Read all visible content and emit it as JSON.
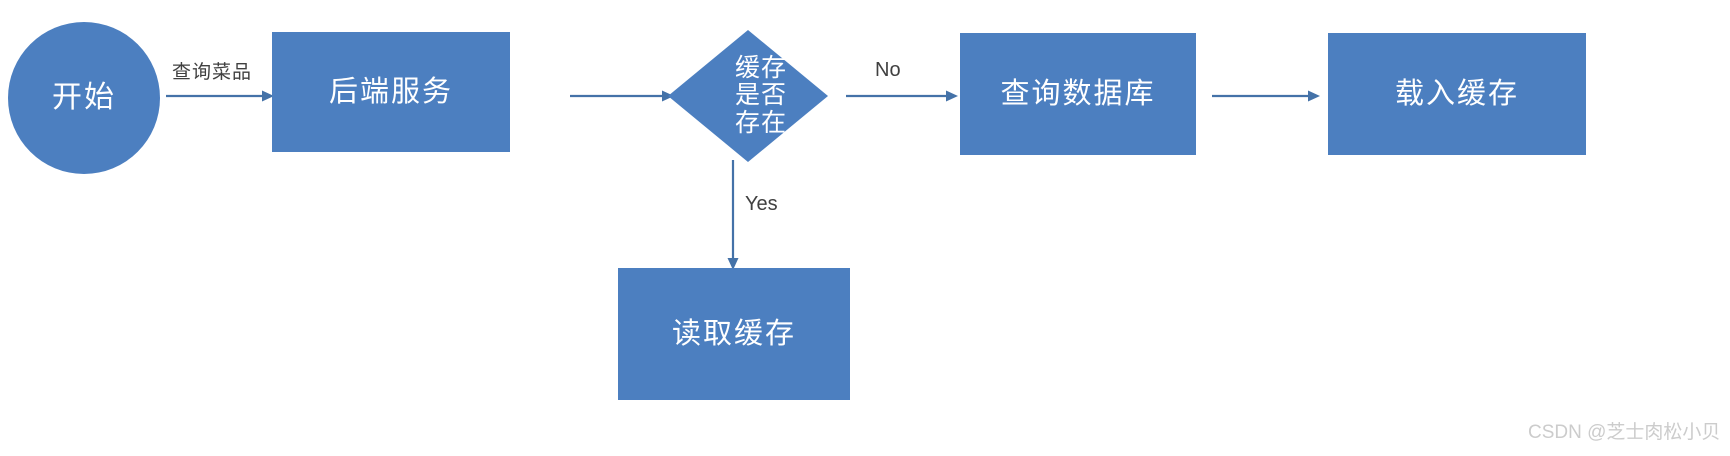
{
  "diagram": {
    "type": "flowchart",
    "title_text": "",
    "colors": {
      "node_fill": "#4c7fc0",
      "node_text": "#ffffff",
      "connector": "#4472a8",
      "edge_label_text": "#404040",
      "background": "#ffffff",
      "watermark": "#cccccc"
    },
    "nodes": [
      {
        "id": "start",
        "shape": "circle",
        "label": "开始"
      },
      {
        "id": "backend",
        "shape": "rect",
        "label": "后端服务"
      },
      {
        "id": "decision",
        "shape": "diamond",
        "label": "缓存\n是否\n存在"
      },
      {
        "id": "query_db",
        "shape": "rect",
        "label": "查询数据库"
      },
      {
        "id": "load_cache",
        "shape": "rect",
        "label": "载入缓存"
      },
      {
        "id": "read_cache",
        "shape": "rect",
        "label": "读取缓存"
      }
    ],
    "edges": [
      {
        "id": "e1",
        "from": "start",
        "to": "backend",
        "label": "查询菜品"
      },
      {
        "id": "e2",
        "from": "backend",
        "to": "decision",
        "label": ""
      },
      {
        "id": "e3",
        "from": "decision",
        "to": "query_db",
        "label": "No"
      },
      {
        "id": "e4",
        "from": "query_db",
        "to": "load_cache",
        "label": ""
      },
      {
        "id": "e5",
        "from": "decision",
        "to": "read_cache",
        "label": "Yes"
      }
    ]
  },
  "watermark": {
    "text": "CSDN @芝士肉松小贝"
  }
}
